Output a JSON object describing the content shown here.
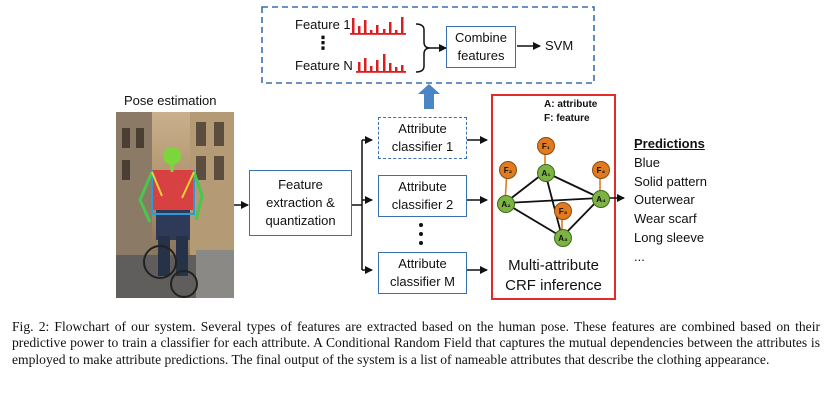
{
  "top": {
    "feature_1": "Feature 1",
    "feature_n": "Feature N",
    "vdots": "⋮",
    "combine": [
      "Combine",
      "features"
    ],
    "svm": "SVM"
  },
  "photo": {
    "title": "Pose estimation"
  },
  "feature_box": [
    "Feature",
    "extraction &",
    "quantization"
  ],
  "classifiers": [
    {
      "line1": "Attribute",
      "line2": "classifier 1"
    },
    {
      "line1": "Attribute",
      "line2": "classifier 2"
    },
    {
      "line1": "Attribute",
      "line2": "classifier M"
    }
  ],
  "crf": {
    "legend_a": "A: attribute",
    "legend_f": "F: feature",
    "title_line1": "Multi-attribute",
    "title_line2": "CRF inference",
    "nodes": {
      "f1": "F₁",
      "f2": "F₂",
      "f3": "F₃",
      "f4": "F₄",
      "a1": "A₁",
      "a2": "A₂",
      "a3": "A₃",
      "a4": "A₄"
    },
    "colors": {
      "feature_node": "#e07b20",
      "attribute_node": "#7cb342",
      "border": "#e32b2b"
    }
  },
  "predictions": {
    "header": "Predictions",
    "items": [
      "Blue",
      "Solid pattern",
      "Outerwear",
      "Wear scarf",
      "Long sleeve",
      "..."
    ]
  },
  "caption": "Fig. 2: Flowchart of our system. Several types of features are extracted based on the human pose. These features are combined based on their predictive power to train a classifier for each attribute. A Conditional Random Field that captures the mutual dependencies between the attributes is employed to make attribute predictions. The final output of the system is a list of nameable attributes that describe the clothing appearance.",
  "colors": {
    "box_border": "#3a6fb0",
    "histogram": "#d81f1f",
    "up_arrow": "#4a86c6"
  }
}
